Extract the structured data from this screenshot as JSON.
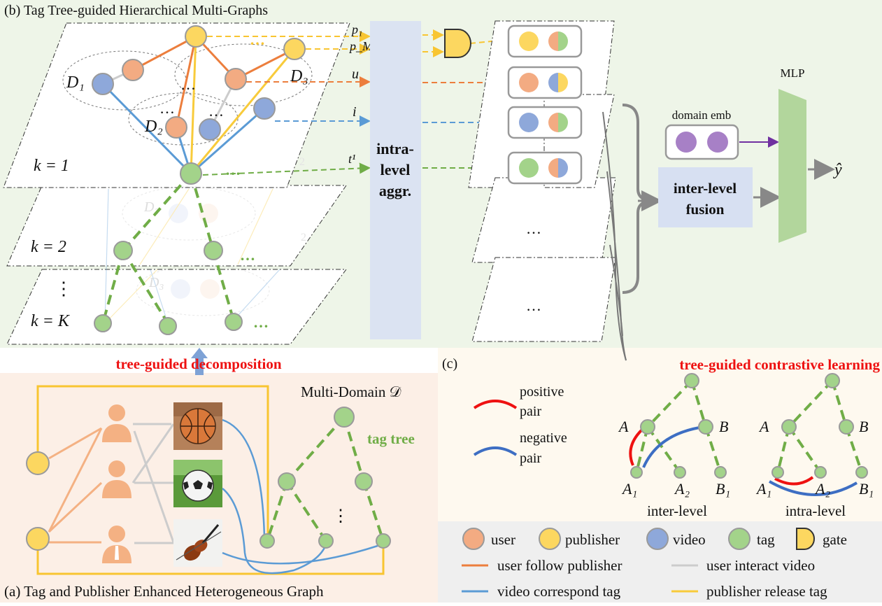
{
  "colors": {
    "user": "#f3ab82",
    "publisher": "#fcd760",
    "video": "#8ea8da",
    "tag": "#a3d38a",
    "domain_emb": "#a780c6",
    "gate": "#fcd760",
    "user_follow_publisher": "#ec7e3d",
    "user_interact_video": "#cccccc",
    "video_correspond_tag": "#5b9bd5",
    "publisher_release_tag": "#f8cb3b",
    "tree_edge": "#70ad47",
    "positive_pair": "#ee1111",
    "negative_pair": "#3d6ec3",
    "panel_b_bg": "#eef5e8",
    "panel_a_bg": "#fcefe6",
    "panel_c_bg": "#fef9ef",
    "legend_bg": "#efefef",
    "aggr_box": "#dbe3f2",
    "fusion_box": "#d7e0f2",
    "mlp": "#b2d69c",
    "accent_red": "#ee1111"
  },
  "panel_b": {
    "title": "(b) Tag Tree-guided Hierarchical Multi-Graphs",
    "layers": [
      "k = 1",
      "k = 2",
      "k = K"
    ],
    "vdots": "⋮",
    "domain_labels": [
      "D₁",
      "D₂",
      "D₃"
    ],
    "ghost_labels": [
      "D₃",
      "D₃",
      "2",
      "2"
    ],
    "ellipsis": "…",
    "arrow_labels": [
      "p₁",
      "p_M",
      "u",
      "i",
      "t¹"
    ],
    "intra_aggr": [
      "intra-",
      "level",
      "aggr."
    ],
    "stack_ellipsis": "…",
    "domain_emb_label": "domain emb",
    "inter_fusion": [
      "inter-level",
      "fusion"
    ],
    "mlp_label": "MLP",
    "output_label": "ŷ",
    "icons": [
      "gate-icon",
      "brace-icon",
      "arrow-icon"
    ]
  },
  "panel_a": {
    "caption": "(a) Tag and Publisher Enhanced Heterogeneous Graph",
    "multi_domain": "Multi-Domain 𝒟",
    "tag_tree": "tag tree",
    "decomposition": "tree-guided decomposition",
    "vdots": "⋮",
    "icons": [
      "person-icon",
      "basketball-icon",
      "soccer-ball-icon",
      "violin-icon"
    ]
  },
  "panel_c": {
    "label": "(c)",
    "title": "tree-guided contrastive learning",
    "positive": [
      "positive",
      "pair"
    ],
    "negative": [
      "negative",
      "pair"
    ],
    "node_labels": {
      "A": "A",
      "B": "B",
      "A1": "A₁",
      "A2": "A₂",
      "B1": "B₁"
    },
    "inter_level": "inter-level",
    "intra_level": "intra-level"
  },
  "legend": {
    "nodes": [
      {
        "label": "user",
        "color_key": "user"
      },
      {
        "label": "publisher",
        "color_key": "publisher"
      },
      {
        "label": "video",
        "color_key": "video"
      },
      {
        "label": "tag",
        "color_key": "tag"
      },
      {
        "label": "gate",
        "color_key": "gate"
      }
    ],
    "edges": [
      {
        "label": "user follow publisher",
        "color_key": "user_follow_publisher"
      },
      {
        "label": "user interact video",
        "color_key": "user_interact_video"
      },
      {
        "label": "video correspond tag",
        "color_key": "video_correspond_tag"
      },
      {
        "label": "publisher release tag",
        "color_key": "publisher_release_tag"
      }
    ]
  }
}
